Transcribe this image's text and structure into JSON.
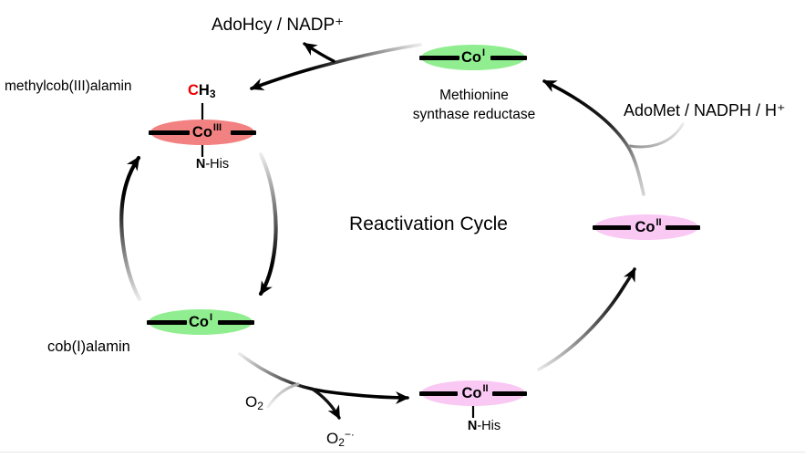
{
  "title": {
    "text": "Reactivation Cycle"
  },
  "labels": {
    "adohcy_nadp": "AdoHcy / NADP⁺",
    "adomet_nadph_h": "AdoMet / NADPH / H⁺",
    "methylcobalamin": "methylcob(III)alamin",
    "cob_i_alamin": "cob(I)alamin",
    "enzyme_line1": "Methionine",
    "enzyme_line2": "synthase reductase"
  },
  "molecules": {
    "o2": {
      "base": "O",
      "sub": "2"
    },
    "superoxide": {
      "base": "O",
      "sub": "2",
      "sup": "−·"
    },
    "methyl": {
      "c": "C",
      "h": "H",
      "sub": "3"
    },
    "n_his": {
      "n": "N",
      "rest": "-His"
    }
  },
  "cofactors": {
    "methylcob": {
      "metal": "Co",
      "oxidation": "III",
      "color": "#f28181"
    },
    "top_co1": {
      "metal": "Co",
      "oxidation": "I",
      "color": "#90ee90"
    },
    "right_co2": {
      "metal": "Co",
      "oxidation": "II",
      "color": "#f9c9f4"
    },
    "bottom_co2": {
      "metal": "Co",
      "oxidation": "II",
      "color": "#f9c9f4"
    },
    "cob1": {
      "metal": "Co",
      "oxidation": "I",
      "color": "#90ee90"
    }
  },
  "colors": {
    "background": "#ffffff",
    "arrow_dark": "#000000",
    "arrow_light": "#e9e9e9",
    "methyl_carbon": "#ee0000",
    "red_ellipse": "#f28181",
    "green_ellipse": "#90ee90",
    "pink_ellipse": "#f9c9f4",
    "bottom_rule": "#e4e6ea"
  }
}
